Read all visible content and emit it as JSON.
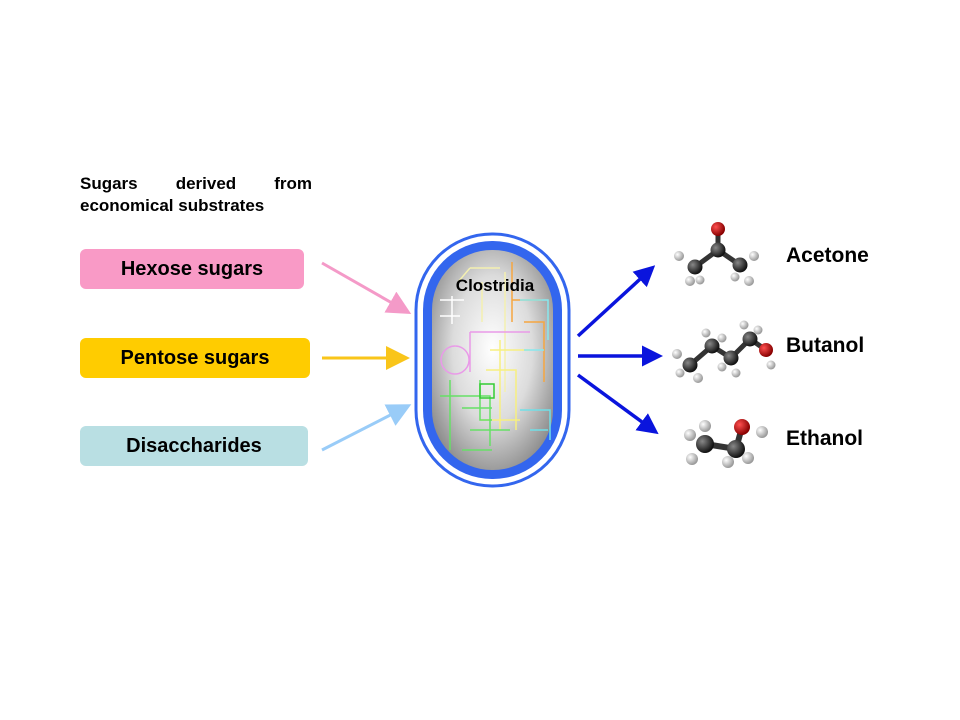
{
  "intro": {
    "line1": "Sugars derived from",
    "line2": "economical substrates"
  },
  "substrates": [
    {
      "label": "Hexose sugars",
      "color": "#f99ac6",
      "arrow_color": "#f49ac8"
    },
    {
      "label": "Pentose sugars",
      "color": "#ffcc00",
      "arrow_color": "#f9c51a"
    },
    {
      "label": "Disaccharides",
      "color": "#b9dfe3",
      "arrow_color": "#99ccf8"
    }
  ],
  "organism": {
    "label": "Clostridia",
    "membrane_color": "#3366ee"
  },
  "products": [
    {
      "label": "Acetone",
      "molecule": "acetone-molecule-icon"
    },
    {
      "label": "Butanol",
      "molecule": "butanol-molecule-icon"
    },
    {
      "label": "Ethanol",
      "molecule": "ethanol-molecule-icon"
    }
  ],
  "product_arrow_color": "#0a14dd"
}
